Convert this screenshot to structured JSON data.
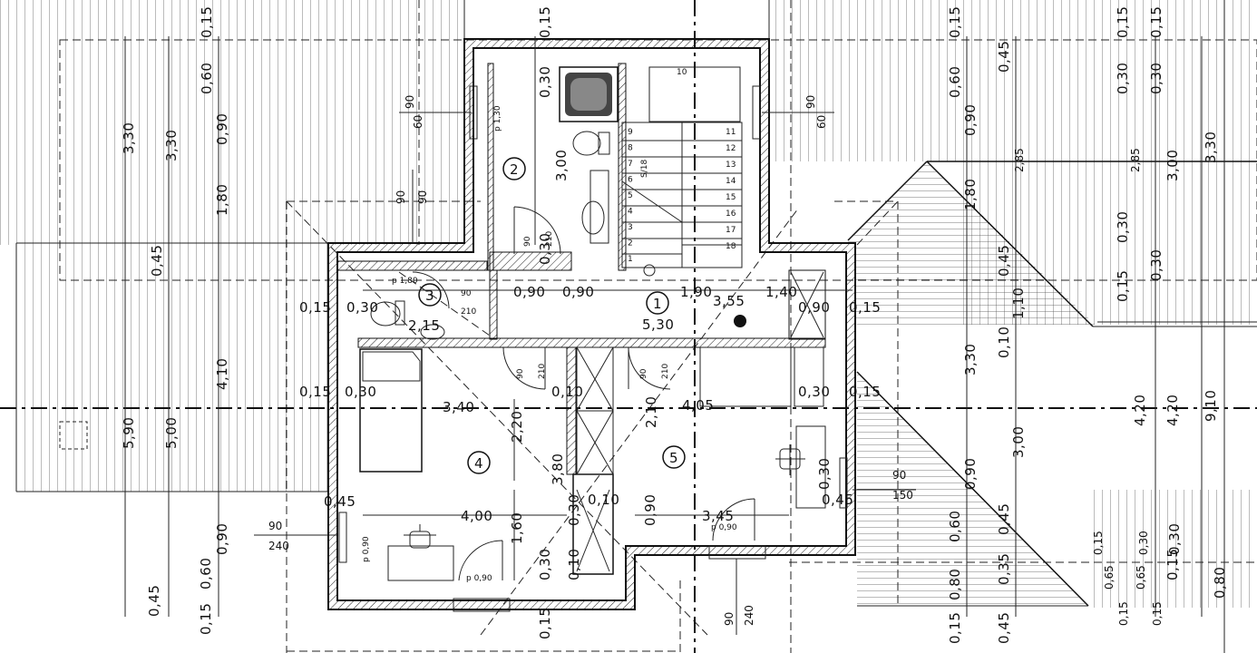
{
  "drawing": {
    "rooms": [
      "1",
      "2",
      "3",
      "4",
      "5"
    ],
    "stair_steps_left": [
      "9",
      "8",
      "7",
      "6",
      "5",
      "4",
      "3",
      "2",
      "1"
    ],
    "stair_steps_right": [
      "11",
      "12",
      "13",
      "14",
      "15",
      "16",
      "17",
      "18"
    ],
    "stair_top": "10",
    "stair_label": "S/18",
    "dims_left_outer": [
      "0,15",
      "3,30",
      "0,45",
      "5,90",
      "0,45",
      "0,15"
    ],
    "dims_left_mid": [
      "3,30",
      "0,45",
      "5,00",
      "0,60"
    ],
    "dims_left_inner": [
      "0,15",
      "0,60",
      "0,90",
      "1,80",
      "4,10",
      "0,90",
      "0,60"
    ],
    "dims_right_a": [
      "0,15",
      "0,60",
      "0,90",
      "1,80",
      "3,30",
      "3,00",
      "0,90",
      "0,60",
      "0,80",
      "0,15"
    ],
    "dims_right_b": [
      "0,45",
      "2,85",
      "0,45",
      "1,10",
      "0,10",
      "3,00",
      "0,45",
      "0,35",
      "0,45"
    ],
    "dims_right_c": [
      "0,15",
      "0,30",
      "0,30",
      "0,15",
      "4,20",
      "0,15",
      "0,65",
      "0,15"
    ],
    "dims_right_d": [
      "0,15",
      "0,30",
      "2,85",
      "0,30",
      "4,20",
      "0,30",
      "0,65",
      "0,15"
    ],
    "dims_right_e": [
      "0,15",
      "3,00",
      "0,15",
      "0,30",
      "4,20",
      "0,30",
      "0,15"
    ],
    "dims_right_f": [
      "3,30",
      "9,10",
      "0,80"
    ],
    "dims_top": [
      "0,15",
      "0,30",
      "3,00",
      "0,30"
    ],
    "corridor_dims": [
      "0,90",
      "0,90",
      "0,90",
      "1,90",
      "3,55",
      "1,40",
      "0,90",
      "0,15",
      "5,30"
    ],
    "row_dims_a": [
      "0,15",
      "0,30",
      "2,15"
    ],
    "row_dims_b": [
      "0,15",
      "0,30",
      "3,40",
      "2,20",
      "0,10",
      "2,10",
      "4,05",
      "0,30",
      "0,15"
    ],
    "room4_dims": [
      "4,00",
      "1,60",
      "0,30",
      "0,15",
      "3,80",
      "0,30",
      "0,10"
    ],
    "room5_dims": [
      "0,90",
      "3,45",
      "0,30",
      "0,45"
    ],
    "opening_labels": {
      "w_bath": [
        "90",
        "60"
      ],
      "w_stair": [
        "90",
        "60"
      ],
      "w_hall": [
        "90",
        "90"
      ],
      "p_bath": "p 1,30",
      "p_wc": "p 1,80",
      "d_bath": [
        "90",
        "210"
      ],
      "d_wc": [
        "90",
        "210"
      ],
      "d_room4": [
        "90",
        "210"
      ],
      "d_room5": [
        "90",
        "210"
      ],
      "w_room4_left": [
        "90",
        "240"
      ],
      "p_room4": "p 0,90",
      "w_room4_bottom": "p 0,90",
      "w_room5_bottom": "p 0,90",
      "w_bottom": [
        "90",
        "240"
      ],
      "w_room5_right": [
        "90",
        "150"
      ],
      "p_room5": "p 0,90",
      "d_room5_side": "0,30"
    }
  }
}
